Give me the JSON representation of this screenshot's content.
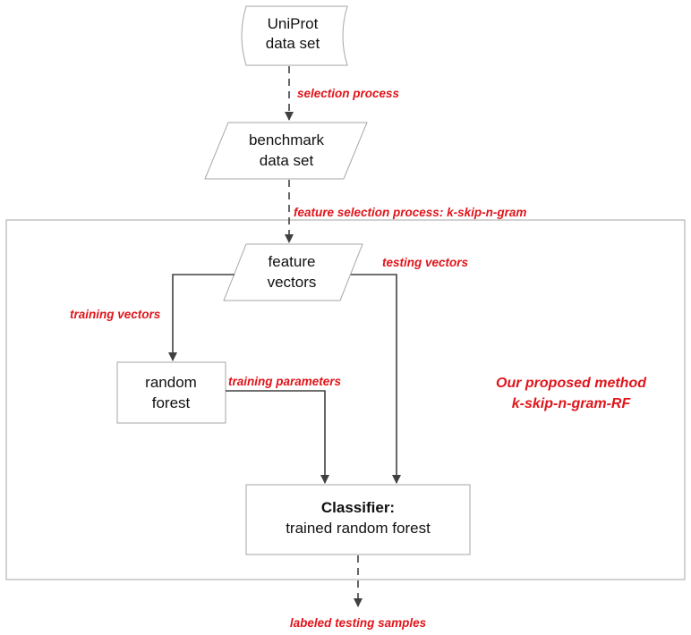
{
  "nodes": {
    "uniprot": {
      "line1": "UniProt",
      "line2": "data set"
    },
    "benchmark": {
      "line1": "benchmark",
      "line2": "data set"
    },
    "feature_vectors": {
      "line1": "feature",
      "line2": "vectors"
    },
    "random_forest": {
      "line1": "random",
      "line2": "forest"
    },
    "classifier": {
      "line1": "Classifier:",
      "line2": "trained random forest"
    }
  },
  "edges": {
    "selection_process": "selection process",
    "feature_selection_process": "feature selection process: k-skip-n-gram",
    "testing_vectors": "testing vectors",
    "training_vectors": "training vectors",
    "training_parameters": "training parameters",
    "labeled_testing_samples": "labeled testing samples"
  },
  "method": {
    "line1": "Our proposed method",
    "line2": "k-skip-n-gram-RF"
  },
  "colors": {
    "label_red": "#e0151b",
    "shape_border": "#a6a6a6",
    "arrow": "#404040"
  }
}
